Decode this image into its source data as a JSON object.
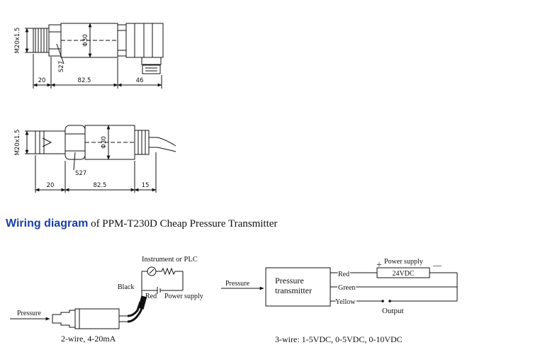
{
  "top_drawing": {
    "thread_label": "M20x1.5",
    "diameter_label": "Φ30",
    "hex_label": "S27",
    "dims": [
      "20",
      "82.5",
      "46"
    ]
  },
  "bottom_drawing": {
    "thread_label": "M20x1.5",
    "diameter_label": "Φ30",
    "hex_label": "S27",
    "dims": [
      "20",
      "82.5",
      "15"
    ]
  },
  "heading": {
    "title": "Wiring diagram",
    "subtitle": " of PPM-T230D Cheap Pressure Transmitter"
  },
  "two_wire": {
    "instrument_label": "Instrument or PLC",
    "black_label": "Black",
    "red_label": "Red",
    "power_label": "Power supply",
    "pressure_label": "Pressure",
    "caption": "2-wire, 4-20mA"
  },
  "three_wire": {
    "pressure_label": "Pressure",
    "box_line1": "Pressure",
    "box_line2": "transmitter",
    "red_label": "Red",
    "green_label": "Green",
    "yellow_label": "Yellow",
    "power_label": "Power supply",
    "voltage_label": "24VDC",
    "plus_label": "+",
    "minus_label": "—",
    "output_label": "Output",
    "caption": "3-wire: 1-5VDC, 0-5VDC, 0-10VDC"
  }
}
